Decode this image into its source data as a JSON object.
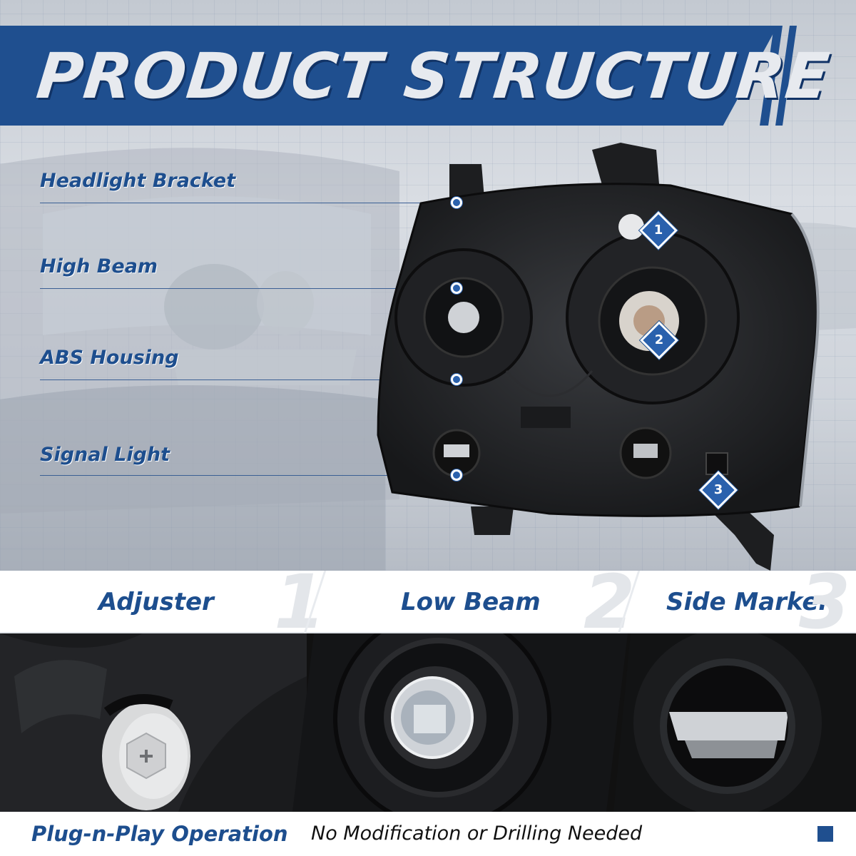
{
  "title": "PRODUCT STRUCTURE",
  "callouts": [
    {
      "label": "Headlight Bracket"
    },
    {
      "label": "High Beam"
    },
    {
      "label": "ABS Housing"
    },
    {
      "label": "Signal Light"
    }
  ],
  "markers": [
    "1",
    "2",
    "3"
  ],
  "details": [
    {
      "label": "Adjuster",
      "number": "1"
    },
    {
      "label": "Low Beam",
      "number": "2"
    },
    {
      "label": "Side Marker",
      "number": "3"
    }
  ],
  "footer": {
    "feature": "Plug-n-Play Operation",
    "note": "No Modification or Drilling Needed"
  },
  "colors": {
    "brand_blue": "#1f4f8f",
    "accent_blue": "#2a61ad",
    "background_gray": "#d9dde3"
  },
  "icons": [
    "marker-badge-icon",
    "callout-dot-icon",
    "brand-square-icon"
  ]
}
